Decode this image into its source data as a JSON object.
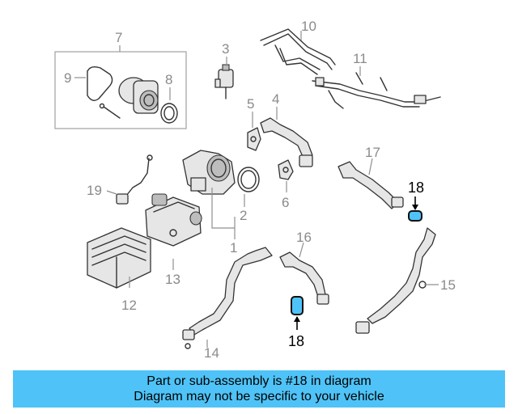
{
  "callouts": {
    "c1": "1",
    "c2": "2",
    "c3": "3",
    "c4": "4",
    "c5": "5",
    "c6": "6",
    "c7": "7",
    "c8": "8",
    "c9": "9",
    "c10": "10",
    "c11": "11",
    "c12": "12",
    "c13": "13",
    "c14": "14",
    "c15": "15",
    "c16": "16",
    "c17": "17",
    "c18a": "18",
    "c18b": "18",
    "c19": "19"
  },
  "highlight": {
    "part_number": "18",
    "color": "#4fc3f7"
  },
  "banner": {
    "line1": "Part or sub-assembly is #18 in diagram",
    "line2": "Diagram may not be specific to your vehicle",
    "background": "#4fc3f7"
  }
}
